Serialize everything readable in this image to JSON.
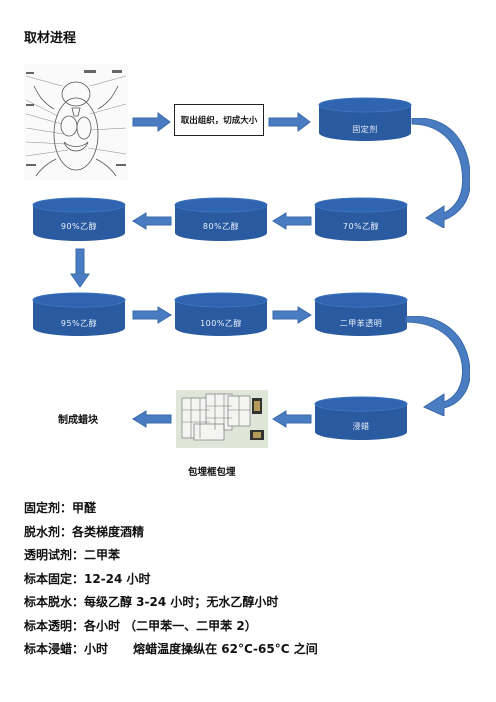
{
  "title": "取材进程",
  "process_box": "取出组织，切成大小",
  "cylinders": {
    "fixative": "固定剂",
    "ethanol_70": "70%乙醇",
    "ethanol_80": "80%乙醇",
    "ethanol_90": "90%乙醇",
    "ethanol_95": "95%乙醇",
    "ethanol_100": "100%乙醇",
    "xylene": "二甲苯透明",
    "wax": "浸蜡"
  },
  "embed_caption": "包埋框包埋",
  "block_label": "制成蜡块",
  "notes": [
    "固定剂：甲醛",
    "脱水剂：各类梯度酒精",
    "透明试剂：二甲苯",
    "标本固定：12-24 小时",
    "标本脱水：每级乙醇 3-24 小时；无水乙醇小时",
    "标本透明：各小时 （二甲苯一、二甲苯 2）",
    "标本浸蜡：小时      熔蜡温度操纵在 62°C-65°C 之间"
  ],
  "colors": {
    "cylinder_top": "#2e64b0",
    "cylinder_body": "#2a5aa0",
    "arrow_fill": "#4a7cc2",
    "arrow_stroke": "#3a69aa"
  },
  "icons": {
    "anatomy": "mouse-dissection-diagram",
    "trays": "embedding-cassettes-photo"
  }
}
